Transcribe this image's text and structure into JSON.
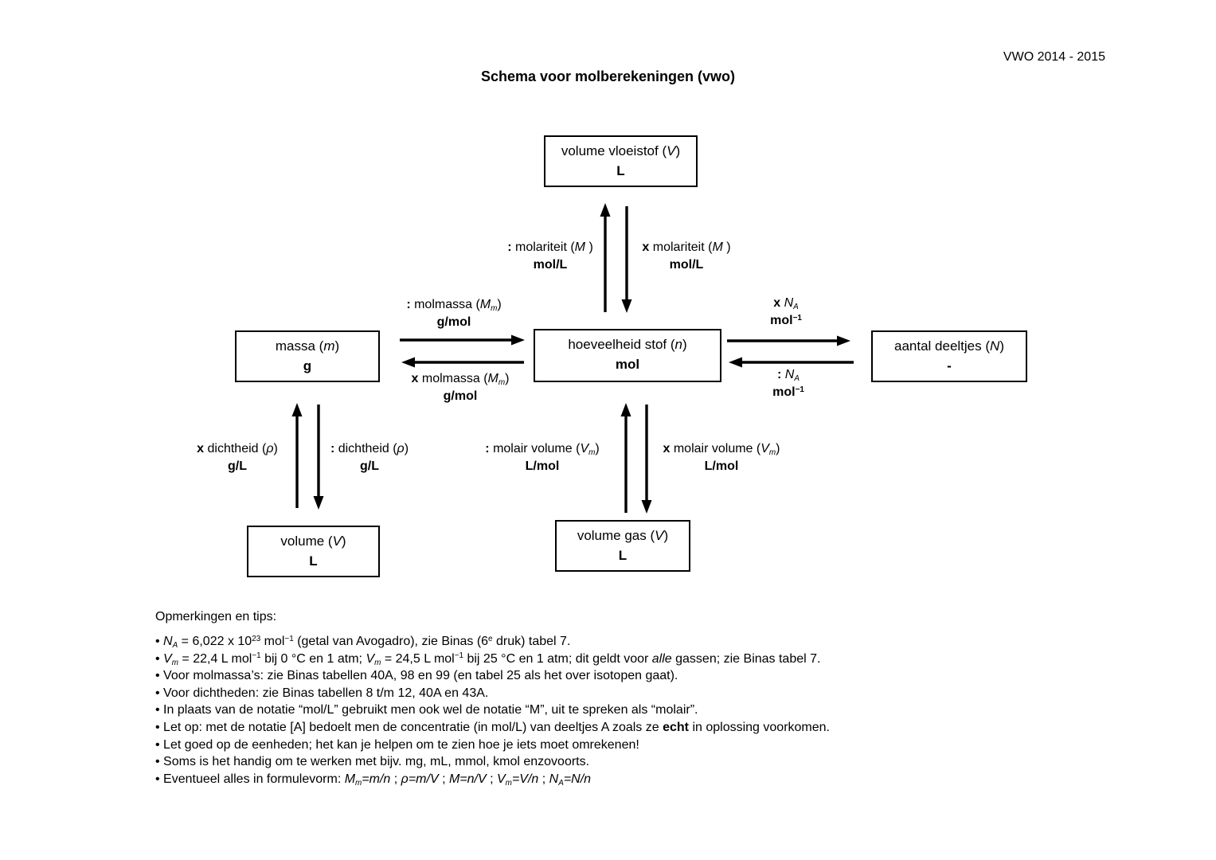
{
  "header": {
    "course": "VWO 2014 - 2015",
    "title": "Schema voor molberekeningen (vwo)"
  },
  "boxes": {
    "volume_vloeistof": {
      "title": [
        {
          "t": "volume vloeistof ("
        },
        {
          "t": "V",
          "i": true
        },
        {
          "t": ")"
        }
      ],
      "unit": "L"
    },
    "massa": {
      "title": [
        {
          "t": "massa ("
        },
        {
          "t": "m",
          "i": true
        },
        {
          "t": ")"
        }
      ],
      "unit": "g"
    },
    "hoeveelheid": {
      "title": [
        {
          "t": "hoeveelheid stof ("
        },
        {
          "t": "n",
          "i": true
        },
        {
          "t": ")"
        }
      ],
      "unit": "mol"
    },
    "aantal_deeltjes": {
      "title": [
        {
          "t": "aantal deeltjes ("
        },
        {
          "t": "N",
          "i": true
        },
        {
          "t": ")"
        }
      ],
      "unit": "-"
    },
    "volume": {
      "title": [
        {
          "t": "volume ("
        },
        {
          "t": "V",
          "i": true
        },
        {
          "t": ")"
        }
      ],
      "unit": "L"
    },
    "volume_gas": {
      "title": [
        {
          "t": "volume gas ("
        },
        {
          "t": "V",
          "i": true
        },
        {
          "t": ")"
        }
      ],
      "unit": "L"
    }
  },
  "arrow_labels": {
    "molariteit_div": {
      "line1": [
        {
          "t": ":",
          "b": true
        },
        {
          "t": " molariteit ("
        },
        {
          "t": "M",
          "i": true
        },
        {
          "t": " )"
        }
      ],
      "unit": [
        {
          "t": "mol/L"
        }
      ]
    },
    "molariteit_mul": {
      "line1": [
        {
          "t": "x",
          "b": true
        },
        {
          "t": " molariteit ("
        },
        {
          "t": "M",
          "i": true
        },
        {
          "t": " )"
        }
      ],
      "unit": [
        {
          "t": "mol/L"
        }
      ]
    },
    "molmassa_div": {
      "line1": [
        {
          "t": ":",
          "b": true
        },
        {
          "t": " molmassa ("
        },
        {
          "t": "M",
          "i": true
        },
        {
          "t": "m",
          "tag": "sub",
          "i": true
        },
        {
          "t": ")"
        }
      ],
      "unit": [
        {
          "t": "g/mol"
        }
      ]
    },
    "molmassa_mul": {
      "line1": [
        {
          "t": "x",
          "b": true
        },
        {
          "t": " molmassa ("
        },
        {
          "t": "M",
          "i": true
        },
        {
          "t": "m",
          "tag": "sub",
          "i": true
        },
        {
          "t": ")"
        }
      ],
      "unit": [
        {
          "t": "g/mol"
        }
      ]
    },
    "avogadro_mul": {
      "line1": [
        {
          "t": "x",
          "b": true
        },
        {
          "t": " "
        },
        {
          "t": "N",
          "i": true
        },
        {
          "t": "A",
          "tag": "sub",
          "i": true
        }
      ],
      "unit": [
        {
          "t": "mol"
        },
        {
          "t": "−1",
          "tag": "sup"
        }
      ]
    },
    "avogadro_div": {
      "line1": [
        {
          "t": ":",
          "b": true
        },
        {
          "t": " "
        },
        {
          "t": "N",
          "i": true
        },
        {
          "t": "A",
          "tag": "sub",
          "i": true
        }
      ],
      "unit": [
        {
          "t": "mol"
        },
        {
          "t": "−1",
          "tag": "sup"
        }
      ]
    },
    "dichtheid_mul": {
      "line1": [
        {
          "t": "x",
          "b": true
        },
        {
          "t": " dichtheid ("
        },
        {
          "t": "ρ",
          "i": true
        },
        {
          "t": ")"
        }
      ],
      "unit": [
        {
          "t": "g/L"
        }
      ]
    },
    "dichtheid_div": {
      "line1": [
        {
          "t": ":",
          "b": true
        },
        {
          "t": " dichtheid ("
        },
        {
          "t": "ρ",
          "i": true
        },
        {
          "t": ")"
        }
      ],
      "unit": [
        {
          "t": "g/L"
        }
      ]
    },
    "molair_div": {
      "line1": [
        {
          "t": ":",
          "b": true
        },
        {
          "t": " molair volume ("
        },
        {
          "t": "V",
          "i": true
        },
        {
          "t": "m",
          "tag": "sub",
          "i": true
        },
        {
          "t": ")"
        }
      ],
      "unit": [
        {
          "t": "L/mol"
        }
      ]
    },
    "molair_mul": {
      "line1": [
        {
          "t": "x",
          "b": true
        },
        {
          "t": " molair volume ("
        },
        {
          "t": "V",
          "i": true
        },
        {
          "t": "m",
          "tag": "sub",
          "i": true
        },
        {
          "t": ")"
        }
      ],
      "unit": [
        {
          "t": "L/mol"
        }
      ]
    }
  },
  "notes": {
    "heading": "Opmerkingen en tips:",
    "items": [
      [
        {
          "t": "• "
        },
        {
          "t": "N",
          "i": true
        },
        {
          "t": "A",
          "tag": "sub",
          "i": true
        },
        {
          "t": " = 6,022 x 10"
        },
        {
          "t": "23",
          "tag": "sup"
        },
        {
          "t": " mol"
        },
        {
          "t": "−1",
          "tag": "sup"
        },
        {
          "t": " (getal van Avogadro), zie Binas (6"
        },
        {
          "t": "e",
          "tag": "sup"
        },
        {
          "t": " druk) tabel 7."
        }
      ],
      [
        {
          "t": "• "
        },
        {
          "t": "V",
          "i": true
        },
        {
          "t": "m",
          "tag": "sub",
          "i": true
        },
        {
          "t": " = 22,4 L mol"
        },
        {
          "t": "−1",
          "tag": "sup"
        },
        {
          "t": " bij 0 °C en 1 atm; "
        },
        {
          "t": "V",
          "i": true
        },
        {
          "t": "m",
          "tag": "sub",
          "i": true
        },
        {
          "t": " = 24,5 L mol"
        },
        {
          "t": "−1",
          "tag": "sup"
        },
        {
          "t": " bij 25 °C en 1 atm; dit geldt voor "
        },
        {
          "t": "alle",
          "i": true
        },
        {
          "t": " gassen; zie Binas tabel 7."
        }
      ],
      [
        {
          "t": "• Voor molmassa’s: zie Binas tabellen 40A, 98 en 99 (en tabel 25 als het over isotopen gaat)."
        }
      ],
      [
        {
          "t": "• Voor dichtheden: zie Binas tabellen 8 t/m 12, 40A en 43A."
        }
      ],
      [
        {
          "t": "• In plaats van de notatie “mol/L” gebruikt men ook wel de notatie “M”, uit te spreken als “molair”."
        }
      ],
      [
        {
          "t": "• Let op: met de notatie [A] bedoelt men de concentratie (in mol/L) van deeltjes A zoals ze "
        },
        {
          "t": "echt",
          "b": true
        },
        {
          "t": " in oplossing voorkomen."
        }
      ],
      [
        {
          "t": "• Let goed op de eenheden; het kan je helpen om te zien hoe je iets moet omrekenen!"
        }
      ],
      [
        {
          "t": "• Soms is het handig om te werken met bijv. mg, mL, mmol, kmol enzovoorts."
        }
      ],
      [
        {
          "t": "• Eventueel alles in formulevorm: "
        },
        {
          "t": "M",
          "i": true
        },
        {
          "t": "m",
          "tag": "sub",
          "i": true
        },
        {
          "t": "=m/n",
          "i": true
        },
        {
          "t": " ; "
        },
        {
          "t": "ρ",
          "i": true
        },
        {
          "t": "=m/V",
          "i": true
        },
        {
          "t": " ; "
        },
        {
          "t": "M=n/V",
          "i": true
        },
        {
          "t": " ; "
        },
        {
          "t": "V",
          "i": true
        },
        {
          "t": "m",
          "tag": "sub",
          "i": true
        },
        {
          "t": "=V/n",
          "i": true
        },
        {
          "t": " ; "
        },
        {
          "t": "N",
          "i": true
        },
        {
          "t": "A",
          "tag": "sub",
          "i": true
        },
        {
          "t": "=N/n",
          "i": true
        }
      ]
    ]
  }
}
